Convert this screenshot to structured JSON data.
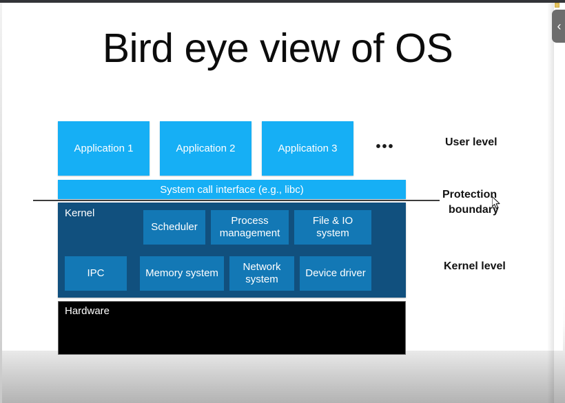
{
  "slide": {
    "title": "Bird eye view of OS",
    "applications": [
      {
        "label": "Application 1"
      },
      {
        "label": "Application 2"
      },
      {
        "label": "Application 3"
      }
    ],
    "applications_ellipsis": "•••",
    "syscall_bar": "System call interface (e.g., libc)",
    "kernel": {
      "label": "Kernel",
      "row1": [
        {
          "label": "Scheduler"
        },
        {
          "label": "Process management"
        },
        {
          "label": "File & IO system"
        }
      ],
      "row2": [
        {
          "label": "IPC"
        },
        {
          "label": "Memory system"
        },
        {
          "label": "Network system"
        },
        {
          "label": "Device driver"
        }
      ]
    },
    "hardware": {
      "label": "Hardware"
    },
    "annotations": {
      "user_level": "User level",
      "protection_boundary_line1": "Protection",
      "protection_boundary_line2": "boundary",
      "kernel_level": "Kernel level"
    }
  },
  "player": {
    "side_tab_chevron": "‹"
  },
  "colors": {
    "accent_light_blue": "#16aff5",
    "kernel_dark_blue": "#11507e",
    "kernel_box_blue": "#1378b5",
    "hardware_black": "#000000",
    "boundary_line": "#3c3c3c",
    "title_text": "#0c0c0c",
    "tab_gray": "#6d6d6d",
    "corner_marker": "#e4c25f"
  }
}
